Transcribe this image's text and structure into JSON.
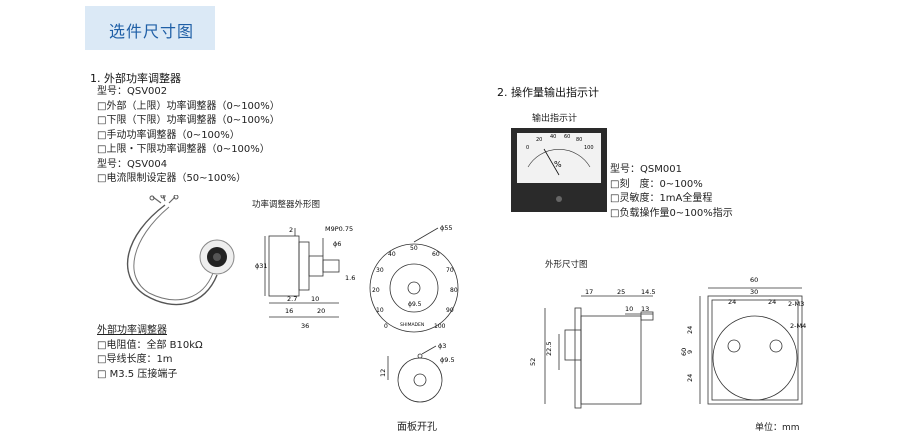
{
  "tab_title": "选件尺寸图",
  "section1": {
    "title": "1. 外部功率调整器",
    "lines": [
      "型号：QSV002",
      "□外部（上限）功率调整器（0~100%）",
      "□下限（下限）功率调整器（0~100%）",
      "□手动功率调整器（0~100%）",
      "□上限・下限功率调整器（0~100%）",
      "型号：QSV004",
      "□电流限制设定器（50~100%）"
    ],
    "drawing_title": "功率调整器外形图",
    "sub_title": "外部功率调整器",
    "specs": [
      "□电阻值：全部 B10kΩ",
      "□导线长度：1m",
      "□ M3.5 压接端子"
    ],
    "panel_cut": "面板开孔",
    "dims": {
      "d2": "2",
      "m9": "M9P0.75",
      "phi6": "ϕ6",
      "phi31": "ϕ31",
      "d1_6": "1.6",
      "d2_7": "2.7",
      "d10": "10",
      "d16": "16",
      "d20": "20",
      "d36": "36",
      "phi55": "ϕ55",
      "phi9_5": "ϕ9.5",
      "phi3": "ϕ3",
      "phi9_5b": "ϕ9.5",
      "d12": "12"
    },
    "dial_ticks": [
      "0",
      "10",
      "20",
      "30",
      "40",
      "50",
      "60",
      "70",
      "80",
      "90",
      "100"
    ],
    "dial_brand": "SHIMADEN"
  },
  "section2": {
    "title": "2. 操作量输出指示计",
    "meter_title": "输出指示计",
    "meter_scale": [
      "0",
      "20",
      "40",
      "60",
      "80",
      "100"
    ],
    "meter_unit": "%",
    "lines": [
      "型号：QSM001",
      "□刻　度：0~100%",
      "□灵敏度：1mA全量程",
      "□负载操作量0~100%指示"
    ],
    "drawing_title": "外形尺寸图",
    "dims": {
      "d17": "17",
      "d25": "25",
      "d14_5": "14.5",
      "d10": "10",
      "d13": "13",
      "d22_5": "22.5",
      "d52": "52",
      "d60": "60",
      "d30": "30",
      "d24a": "24",
      "d24b": "24",
      "d60v": "60",
      "d9": "9",
      "d24c": "24",
      "d24d": "24",
      "m3": "2-M3",
      "m4": "2-M4"
    },
    "unit": "单位：mm"
  }
}
